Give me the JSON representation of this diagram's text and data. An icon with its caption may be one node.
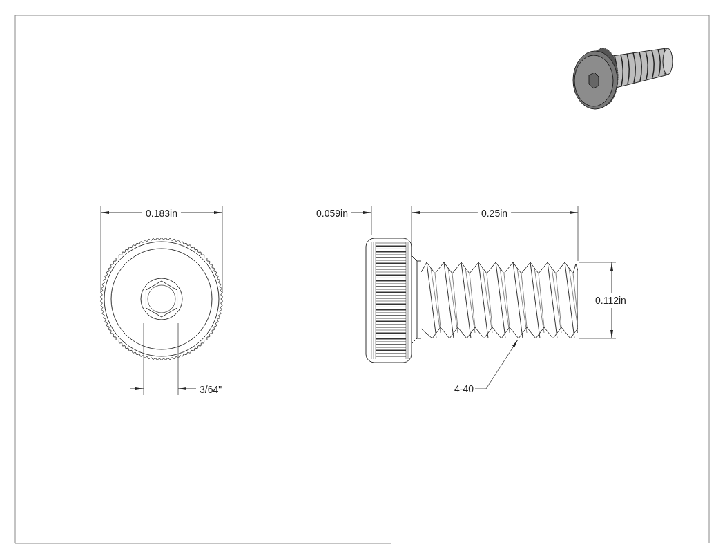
{
  "diagram": {
    "nodes": [
      {
        "text": [
          "4-40"
        ]
      },
      {
        "text": [],
        "shape": "picture"
      }
    ],
    "edges": [
      {
        "from": 0,
        "to": 1,
        "arrow": "to"
      }
    ],
    "labels": [
      "0.183in",
      "0.059in",
      "0.25in",
      "0.112in",
      "3/64\""
    ]
  }
}
